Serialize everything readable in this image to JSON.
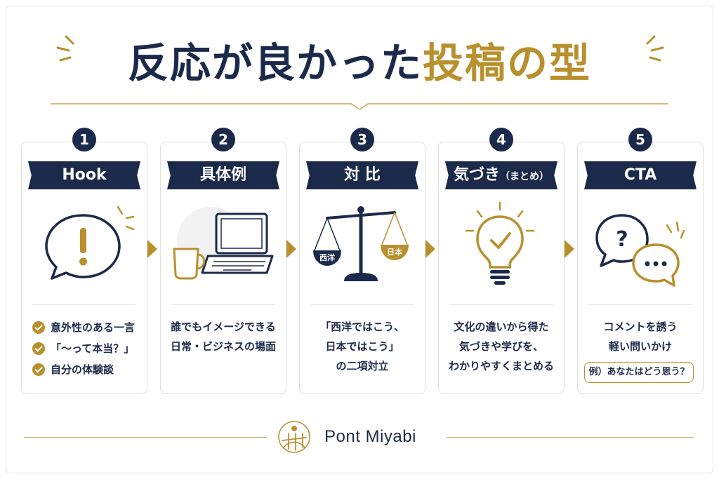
{
  "title": {
    "part1": "反応が良かった",
    "part2": "投稿の型"
  },
  "colors": {
    "navy": "#1b2a4a",
    "gold": "#b8902e"
  },
  "steps": [
    {
      "number": "1",
      "label": "Hook",
      "icon": "speech-bubble-exclamation-icon",
      "checks": [
        "意外性のある一言",
        "「〜って本当？」",
        "自分の体験談"
      ]
    },
    {
      "number": "2",
      "label": "具体例",
      "icon": "laptop-coffee-icon",
      "desc": [
        "誰でもイメージできる",
        "日常・ビジネスの場面"
      ]
    },
    {
      "number": "3",
      "label": "対 比",
      "icon": "balance-scale-icon",
      "scale_left": "西洋",
      "scale_right": "日本",
      "desc": [
        "「西洋ではこう、",
        "日本ではこう」",
        "の二項対立"
      ]
    },
    {
      "number": "4",
      "label": "気づき",
      "label_small": "（まとめ）",
      "icon": "lightbulb-check-icon",
      "desc": [
        "文化の違いから得た",
        "気づきや学びを、",
        "わかりやすくまとめる"
      ]
    },
    {
      "number": "5",
      "label": "CTA",
      "icon": "question-chat-bubbles-icon",
      "desc": [
        "コメントを誘う",
        "軽い問いかけ"
      ],
      "example": "例）あなたはどう思う？"
    }
  ],
  "footer": {
    "brand": "Pont Miyabi",
    "logo_icon": "pont-miyabi-logo-icon"
  }
}
